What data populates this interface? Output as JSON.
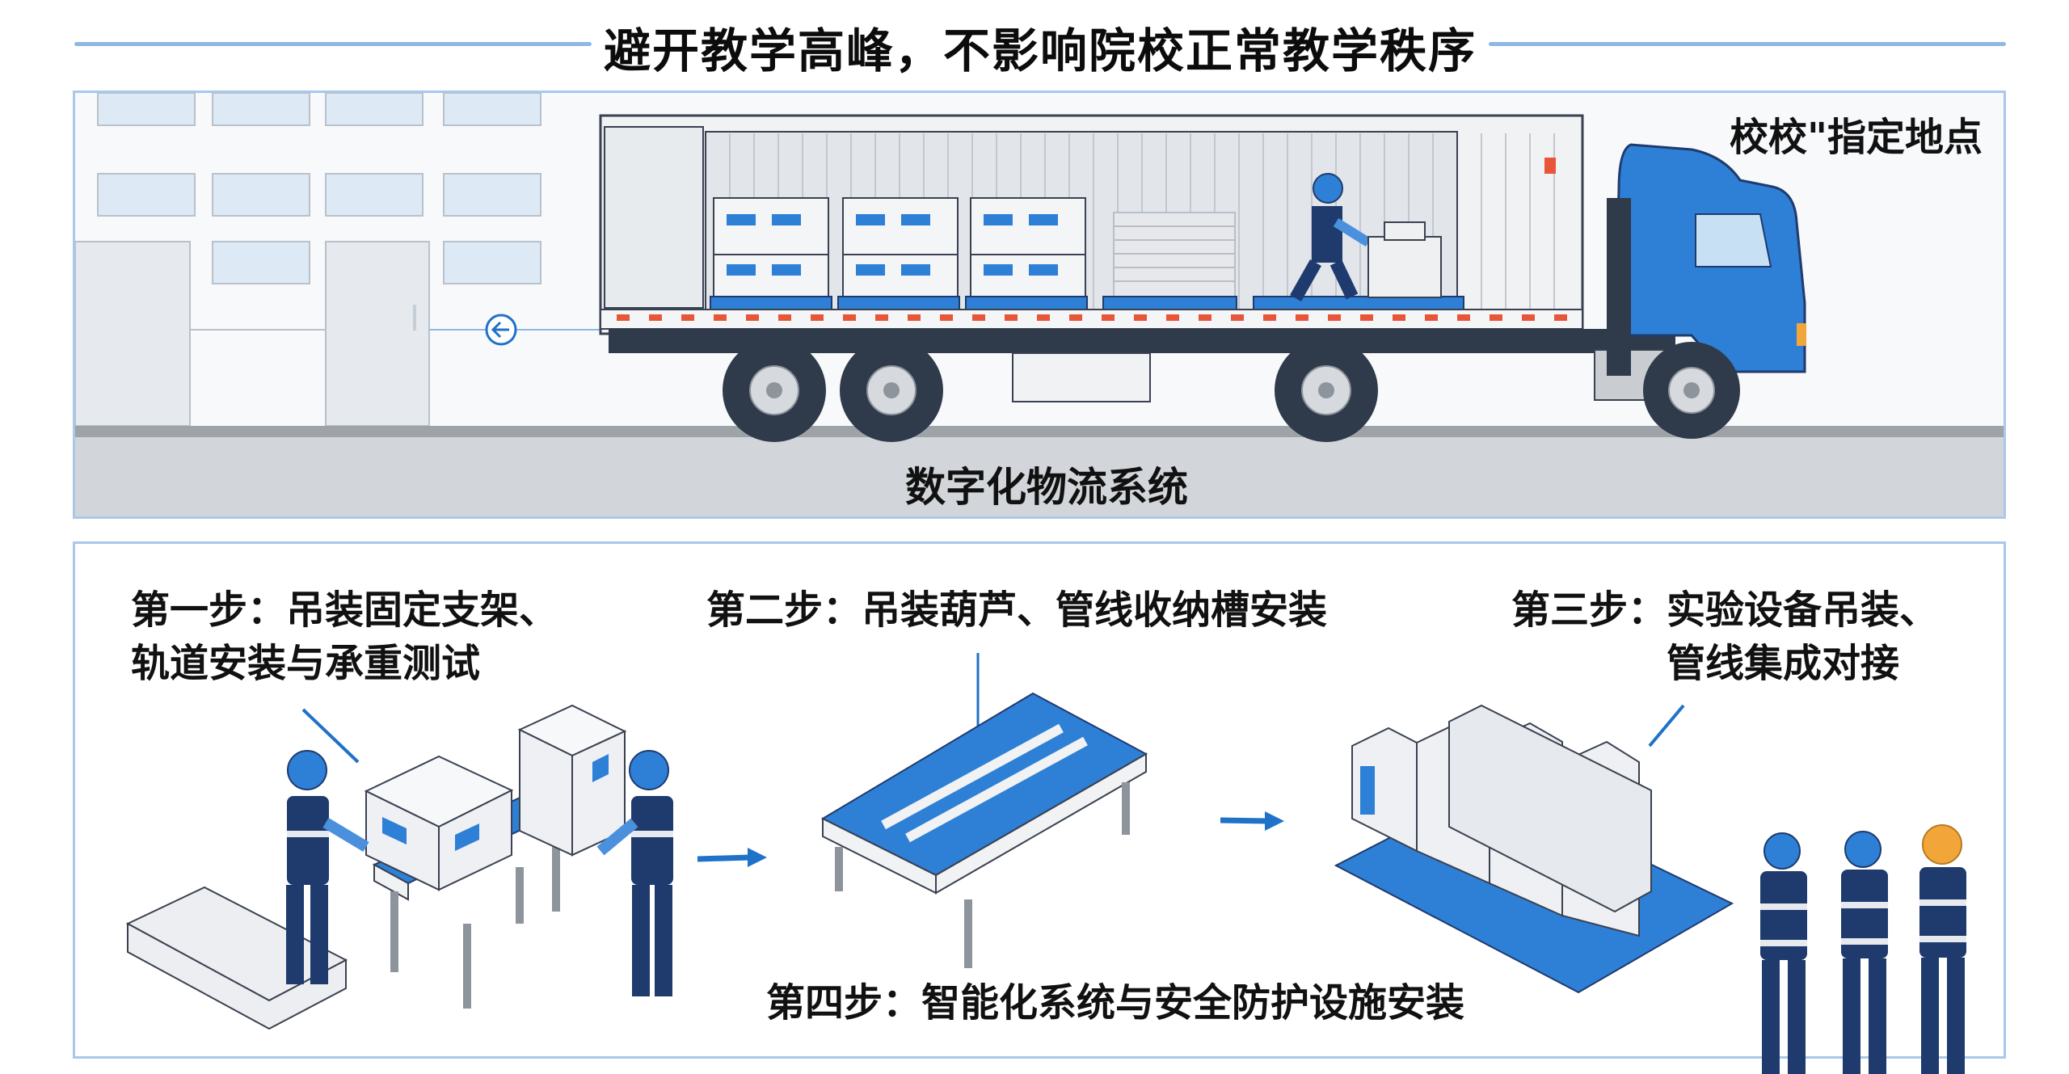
{
  "header": {
    "title": "避开教学高峰，不影响院校正常教学秩序"
  },
  "top_scene": {
    "destination_label": "校校\"指定地点",
    "system_label": "数字化物流系统",
    "icons": [
      "building-icon",
      "back-arrow-circle-icon",
      "truck-icon",
      "worker-icon",
      "equipment-crate-icon",
      "pallet-icon"
    ]
  },
  "steps": [
    {
      "id": 1,
      "line1": "第一步：吊装固定支架、",
      "line2": "轨道安装与承重测试"
    },
    {
      "id": 2,
      "line1": "第二步：吊装葫芦、管线收纳槽安装"
    },
    {
      "id": 3,
      "line1": "第三步：实验设备吊装、",
      "line2": "管线集成对接"
    },
    {
      "id": 4,
      "line1": "第四步：智能化系统与安全防护设施安装"
    }
  ],
  "colors": {
    "accent_blue": "#2e7fd6",
    "dark_navy": "#1f3b6e",
    "frame_blue": "#a9c8ea",
    "road_gray": "#cfd3d8",
    "helmet_orange": "#f2a63a",
    "light_red": "#e8563a"
  }
}
